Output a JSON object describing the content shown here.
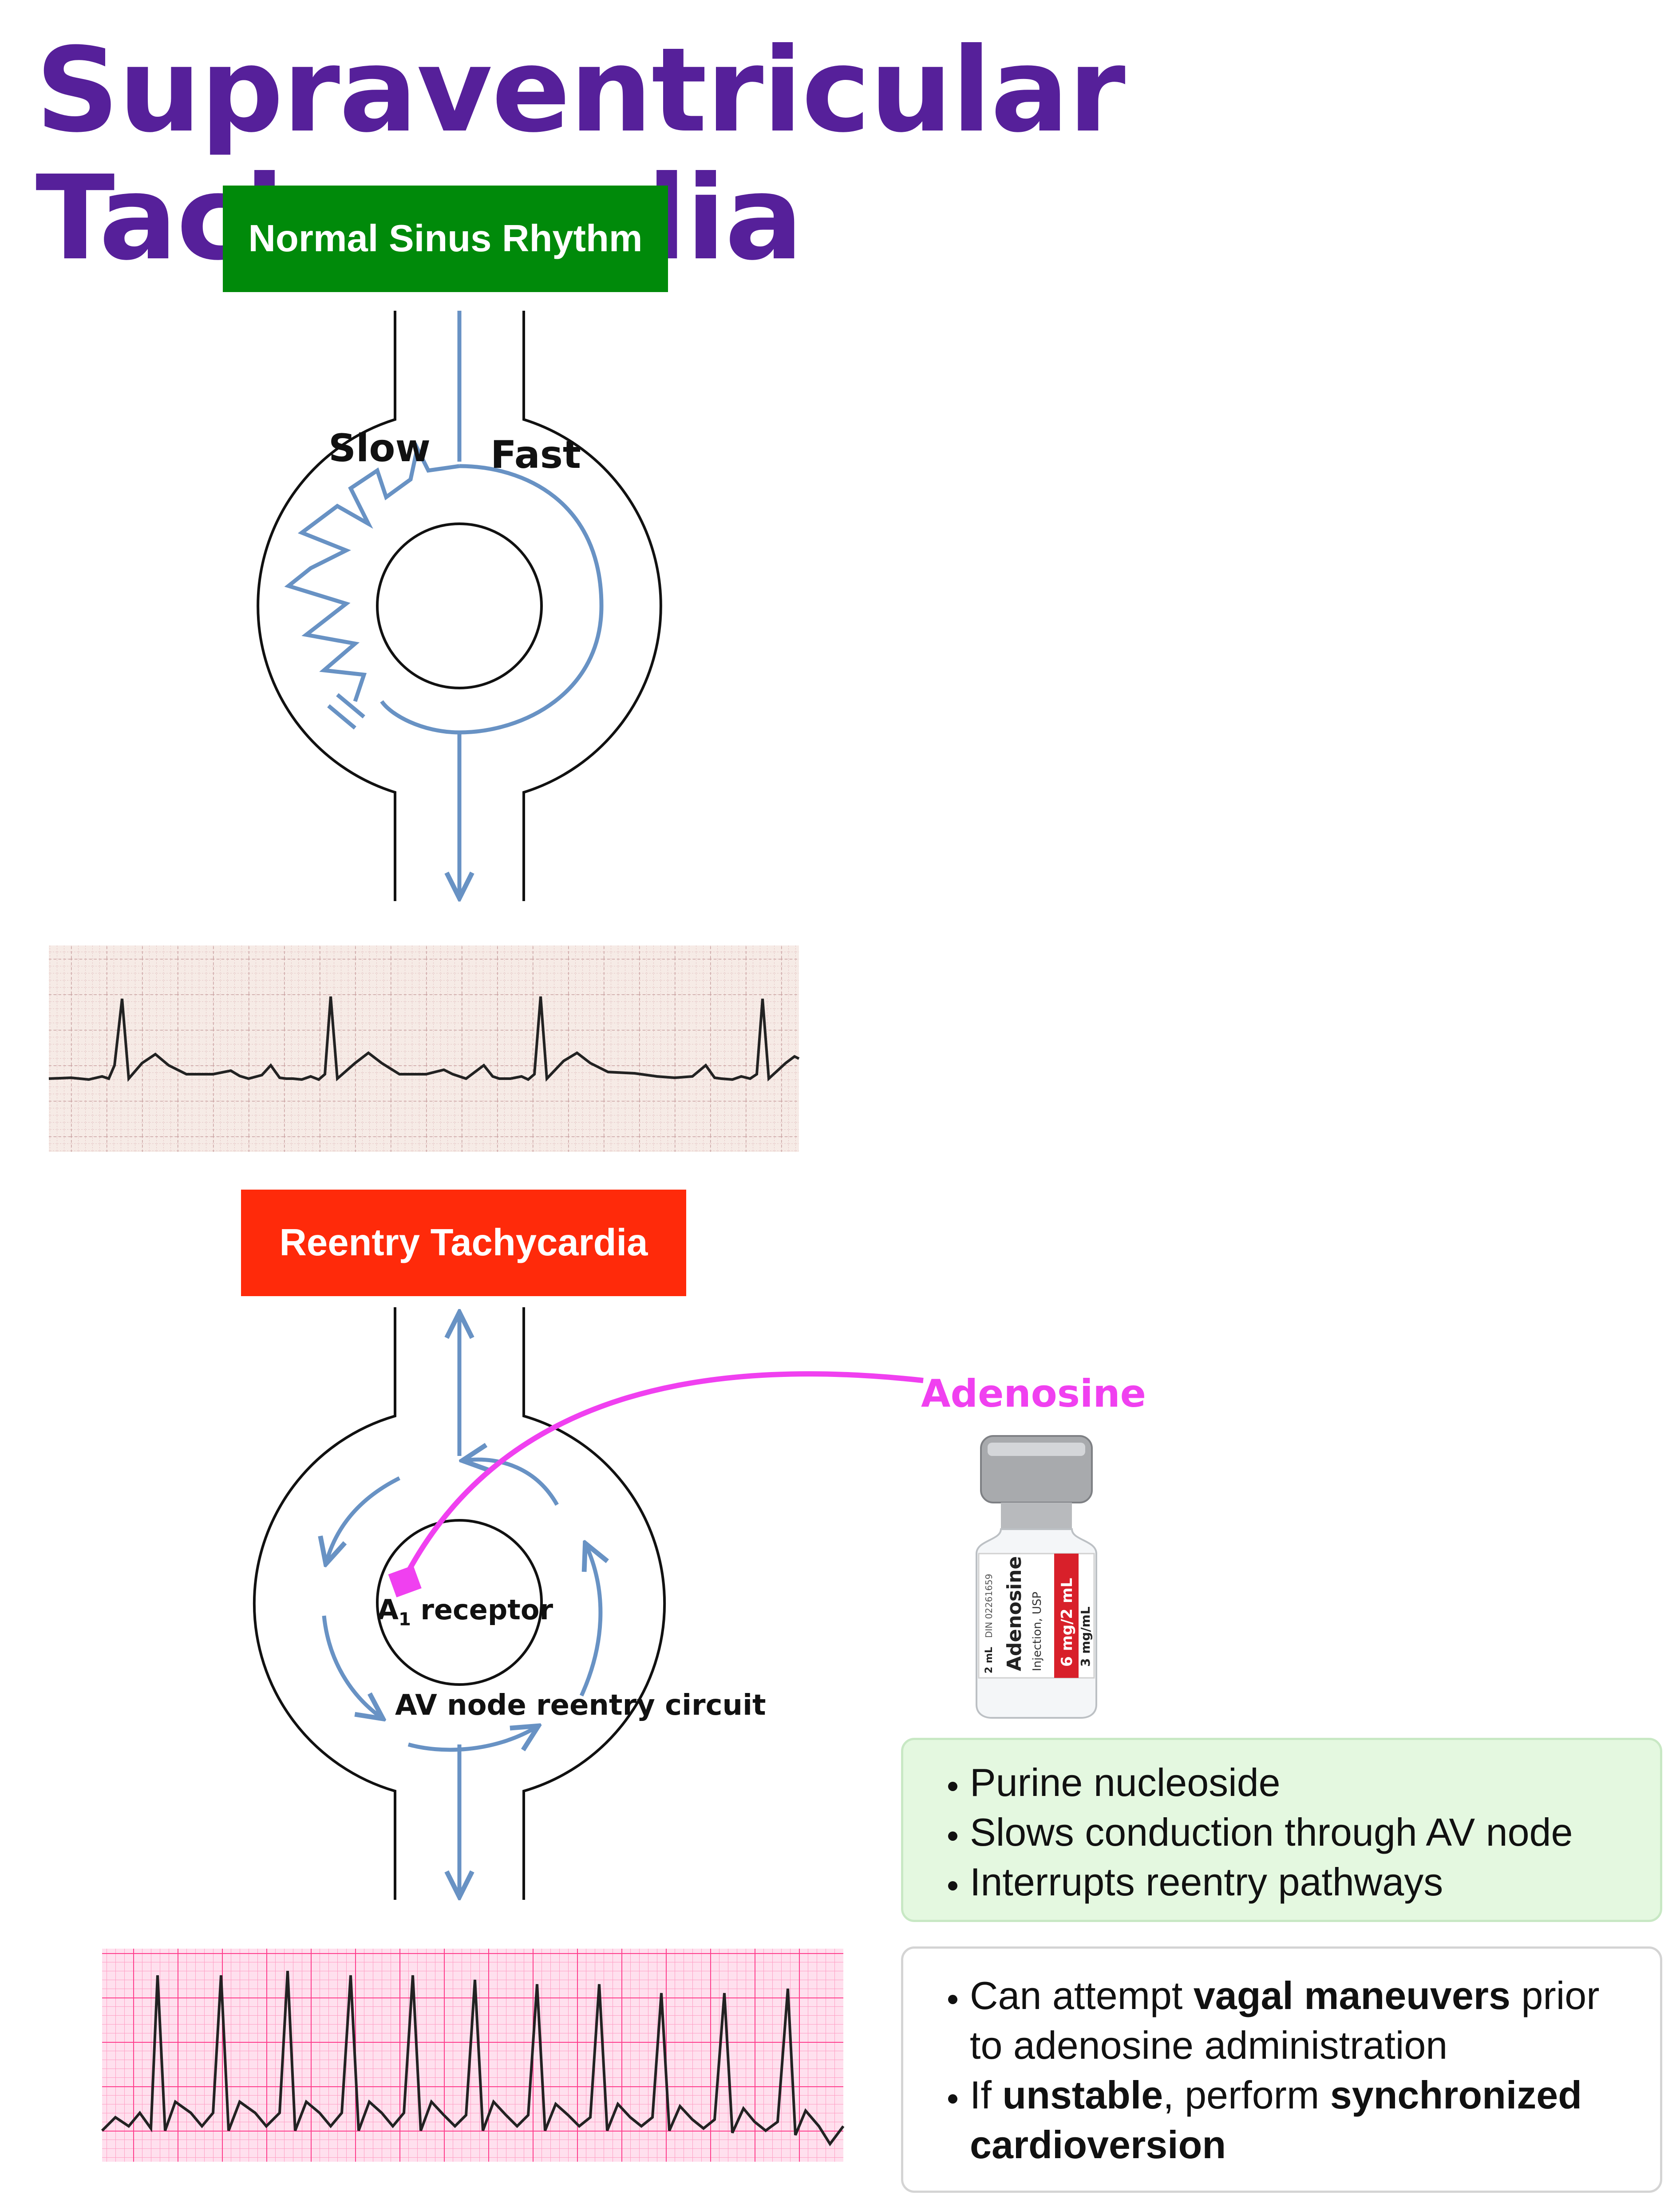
{
  "title": "Supraventricular Tachycardia",
  "normal": {
    "box_label": "Normal Sinus Rhythm",
    "slow_label": "Slow",
    "fast_label": "Fast"
  },
  "reentry": {
    "box_label": "Reentry Tachycardia",
    "receptor_label": "receptor",
    "receptor_prefix": "A",
    "receptor_sub": "1",
    "circuit_label": "AV node reentry circuit"
  },
  "drug": {
    "name": "Adenosine",
    "vial": {
      "brand": "Adenosine",
      "line1": "Injection, USP",
      "dose": "6 mg/2 mL",
      "conc": "3 mg/mL",
      "volume": "2 mL",
      "ndc": "DIN 02261659"
    },
    "bullets": [
      "Purine nucleoside",
      "Slows conduction through AV node",
      "Interrupts reentry pathways"
    ]
  },
  "management": {
    "item1": {
      "pre": "Can attempt ",
      "bold": "vagal maneuvers",
      "post": " prior to adenosine administration"
    },
    "item2": {
      "pre": "If ",
      "bold": "unstable",
      "mid": ", perform ",
      "bold2": "synchronized cardioversion"
    }
  },
  "colors": {
    "title": "#56209a",
    "normal_box": "#008a0a",
    "reentry_box": "#ff2a0a",
    "pathway": "#6892c4",
    "adenosine": "#f040f0",
    "ecg_grid_normal": "#e4bcbc",
    "ecg_grid_tachy": "#ff5a9a"
  }
}
